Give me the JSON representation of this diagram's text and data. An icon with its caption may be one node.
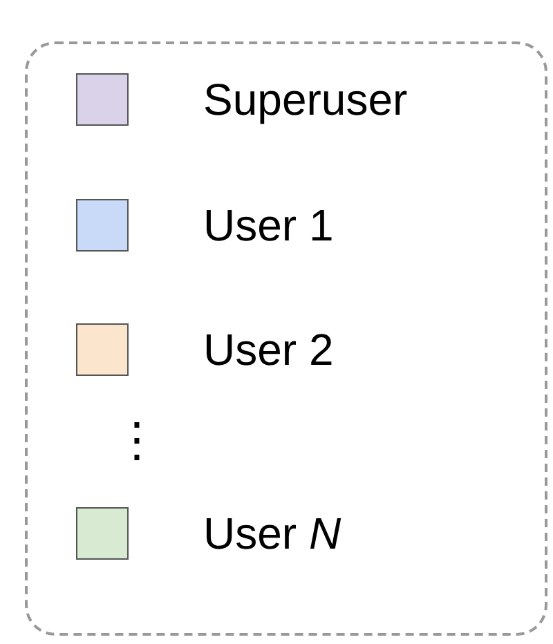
{
  "diagram": {
    "legend": [
      {
        "text": "Superuser",
        "color": "#d9d2e9"
      },
      {
        "text": "User 1",
        "color": "#c9daf8"
      },
      {
        "text": "User 2",
        "color": "#fce5cd"
      },
      {
        "text": "User *N*",
        "color": "#d9ead3"
      }
    ],
    "labels": [
      "⋮"
    ]
  }
}
